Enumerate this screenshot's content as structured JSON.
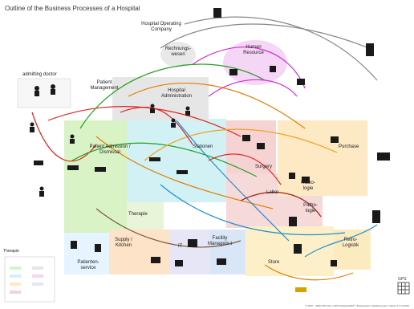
{
  "title": "Outline of the Business Processes of a Hospital",
  "regions": {
    "admitting_doctor": "admitting doctor",
    "hospital_operating_company": "Hospital Operating Company",
    "rechnungswesen": "Rechnungs-wesen",
    "human_resource": "Human Resource",
    "patient_management": "Patient Management",
    "hospital_administration": "Hospital Administration",
    "patient_admission": "Patient Admission / Dismissal",
    "stationen": "Stationen",
    "purchase": "Purchase",
    "surgery": "Surgery",
    "radiologie": "Radio-logie",
    "labor": "Labor",
    "pathologie": "Patho-logie",
    "therapie_center": "Therapie",
    "supply_kitchen": "Supply / Kitchen",
    "it": "IT",
    "facility_management": "Facility Managem t",
    "store": "Store",
    "retro_logistik": "Retro-Logistik",
    "patientenservice": "Patienten-service",
    "therapie_left": "Therapie"
  },
  "logo": "GPS",
  "footer": "© 2010 – 2009 GPS Ulm / GPS Softwarehilfe® / Businessbh / VisioDocument / Stand: 17.10.2010"
}
